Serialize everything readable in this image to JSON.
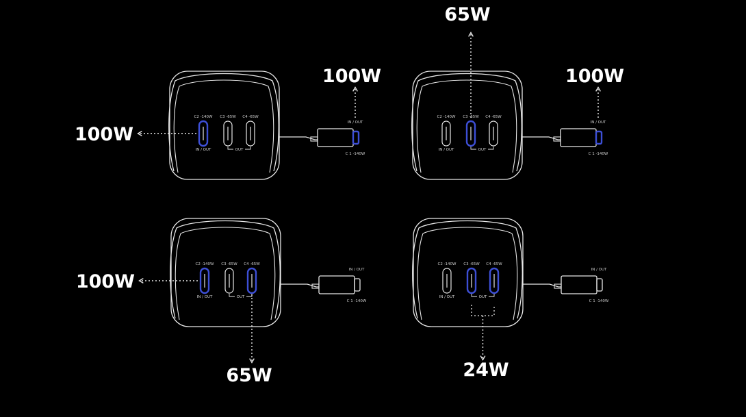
{
  "colors": {
    "background": "#000000",
    "line": "#e8e8e8",
    "active": "#3d4fd6"
  },
  "port_labels": {
    "c2": "C2 -140W",
    "c3": "C3 -65W",
    "c4": "C4 -65W",
    "in_out": "IN / OUT",
    "out": "OUT",
    "c1": "C 1 -140W"
  },
  "scenarios": [
    {
      "active": [
        "c1",
        "c2"
      ],
      "callouts": {
        "c2": "100W",
        "c1": "100W"
      }
    },
    {
      "active": [
        "c1",
        "c3"
      ],
      "callouts": {
        "c3": "65W",
        "c1": "100W"
      }
    },
    {
      "active": [
        "c2",
        "c4"
      ],
      "callouts": {
        "c2": "100W",
        "c4": "65W"
      }
    },
    {
      "active": [
        "c3",
        "c4"
      ],
      "callouts": {
        "c3c4": "24W"
      }
    }
  ]
}
